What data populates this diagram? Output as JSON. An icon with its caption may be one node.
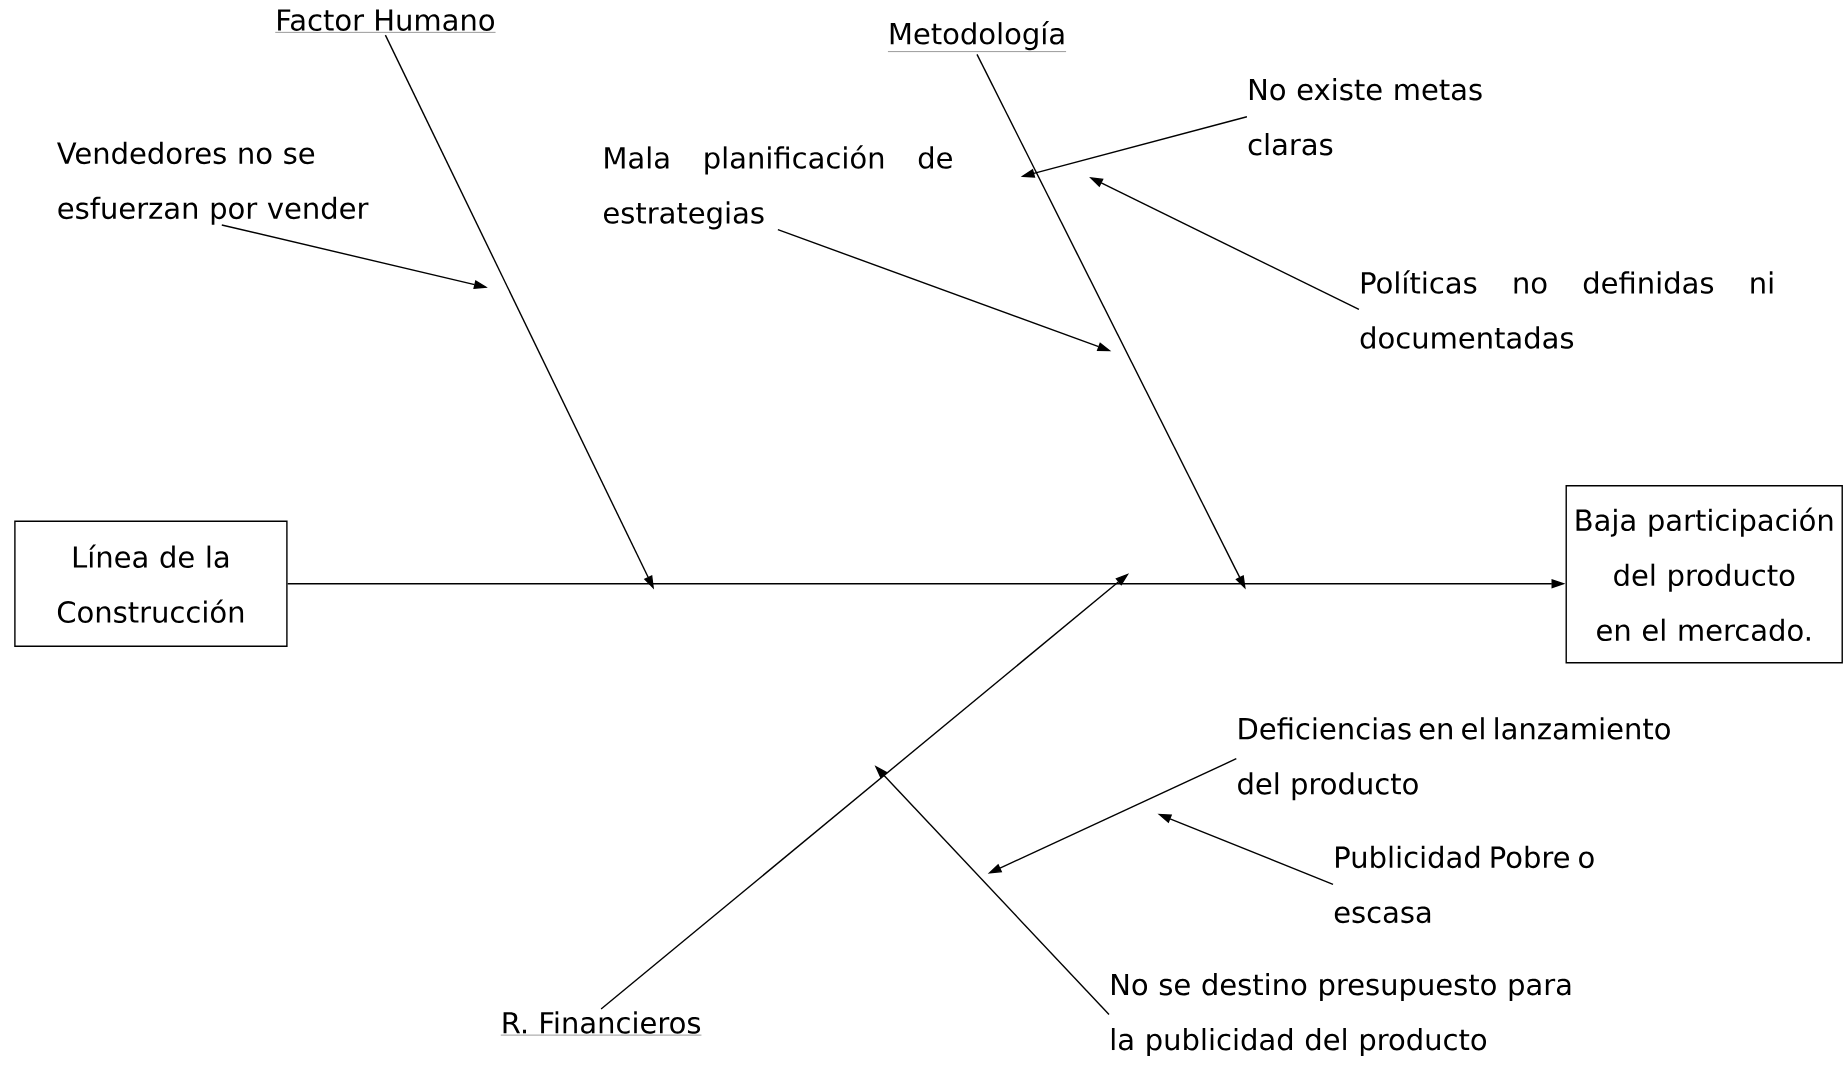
{
  "diagram": {
    "nodes": [
      {
        "text": [
          "Línea de la Construcción"
        ]
      },
      {
        "text": [
          "Baja participación del producto en el mercado."
        ]
      },
      {
        "text": [
          "Factor Humano"
        ]
      },
      {
        "text": [
          "Metodología"
        ]
      },
      {
        "text": [
          "R. Financieros"
        ]
      },
      {
        "text": [
          "Vendedores no se esfuerzan por vender"
        ]
      },
      {
        "text": [
          "Mala planificación de estrategias"
        ]
      },
      {
        "text": [
          "No existe metas claras"
        ]
      },
      {
        "text": [
          "Políticas no definidas ni documentadas"
        ]
      },
      {
        "text": [
          "Deficiencias en el lanzamiento del producto"
        ]
      },
      {
        "text": [
          "Publicidad Pobre o escasa"
        ]
      },
      {
        "text": [
          "No se destino presupuesto para la publicidad del producto"
        ]
      }
    ],
    "edges": [
      {
        "from": 0,
        "to": 1,
        "arrow": "to"
      },
      {
        "from": 2,
        "to": null,
        "arrow": "to"
      },
      {
        "from": 3,
        "to": null,
        "arrow": "to"
      },
      {
        "from": 4,
        "to": null,
        "arrow": "to"
      },
      {
        "from": 5,
        "to": null,
        "arrow": "to"
      },
      {
        "from": 6,
        "to": null,
        "arrow": "to"
      },
      {
        "from": 7,
        "to": null,
        "arrow": "to"
      },
      {
        "from": 8,
        "to": null,
        "arrow": "to"
      },
      {
        "from": 9,
        "to": null,
        "arrow": "to"
      },
      {
        "from": 10,
        "to": null,
        "arrow": "to"
      },
      {
        "from": 11,
        "to": null,
        "arrow": "to"
      }
    ]
  }
}
